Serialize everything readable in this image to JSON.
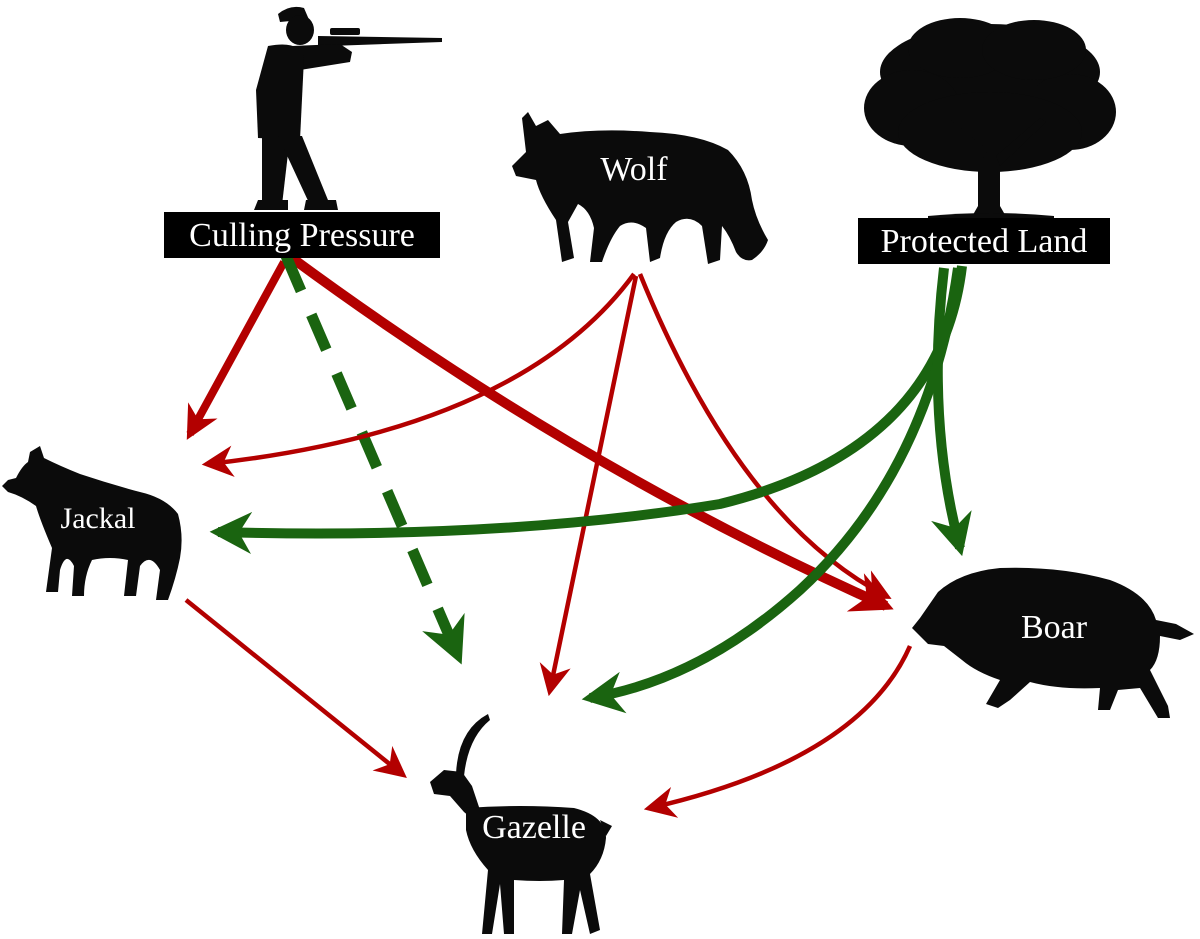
{
  "nodes": {
    "culling": {
      "label": "Culling Pressure",
      "icon": "hunter-with-rifle-icon"
    },
    "wolf": {
      "label": "Wolf",
      "icon": "wolf-icon"
    },
    "protected": {
      "label": "Protected Land",
      "icon": "tree-icon"
    },
    "jackal": {
      "label": "Jackal",
      "icon": "jackal-icon"
    },
    "boar": {
      "label": "Boar",
      "icon": "boar-icon"
    },
    "gazelle": {
      "label": "Gazelle",
      "icon": "gazelle-icon"
    }
  },
  "edges": [
    {
      "from": "Culling Pressure",
      "to": "Jackal",
      "effect": "negative",
      "strength": "strong",
      "style": "solid"
    },
    {
      "from": "Culling Pressure",
      "to": "Boar",
      "effect": "negative",
      "strength": "strong",
      "style": "solid"
    },
    {
      "from": "Culling Pressure",
      "to": "Gazelle",
      "effect": "positive",
      "strength": "strong",
      "style": "dashed"
    },
    {
      "from": "Wolf",
      "to": "Jackal",
      "effect": "negative",
      "strength": "weak",
      "style": "solid"
    },
    {
      "from": "Wolf",
      "to": "Gazelle",
      "effect": "negative",
      "strength": "weak",
      "style": "solid"
    },
    {
      "from": "Wolf",
      "to": "Boar",
      "effect": "negative",
      "strength": "weak",
      "style": "solid"
    },
    {
      "from": "Protected Land",
      "to": "Jackal",
      "effect": "positive",
      "strength": "strong",
      "style": "solid"
    },
    {
      "from": "Protected Land",
      "to": "Gazelle",
      "effect": "positive",
      "strength": "strong",
      "style": "solid"
    },
    {
      "from": "Protected Land",
      "to": "Boar",
      "effect": "positive",
      "strength": "strong",
      "style": "solid"
    },
    {
      "from": "Jackal",
      "to": "Gazelle",
      "effect": "negative",
      "strength": "weak",
      "style": "solid"
    },
    {
      "from": "Boar",
      "to": "Gazelle",
      "effect": "negative",
      "strength": "weak",
      "style": "solid"
    }
  ],
  "colors": {
    "negative": "#b30000",
    "positive": "#1a6410",
    "silhouette": "#0b0b0b",
    "label_text": "#ffffff",
    "background": "#ffffff"
  }
}
